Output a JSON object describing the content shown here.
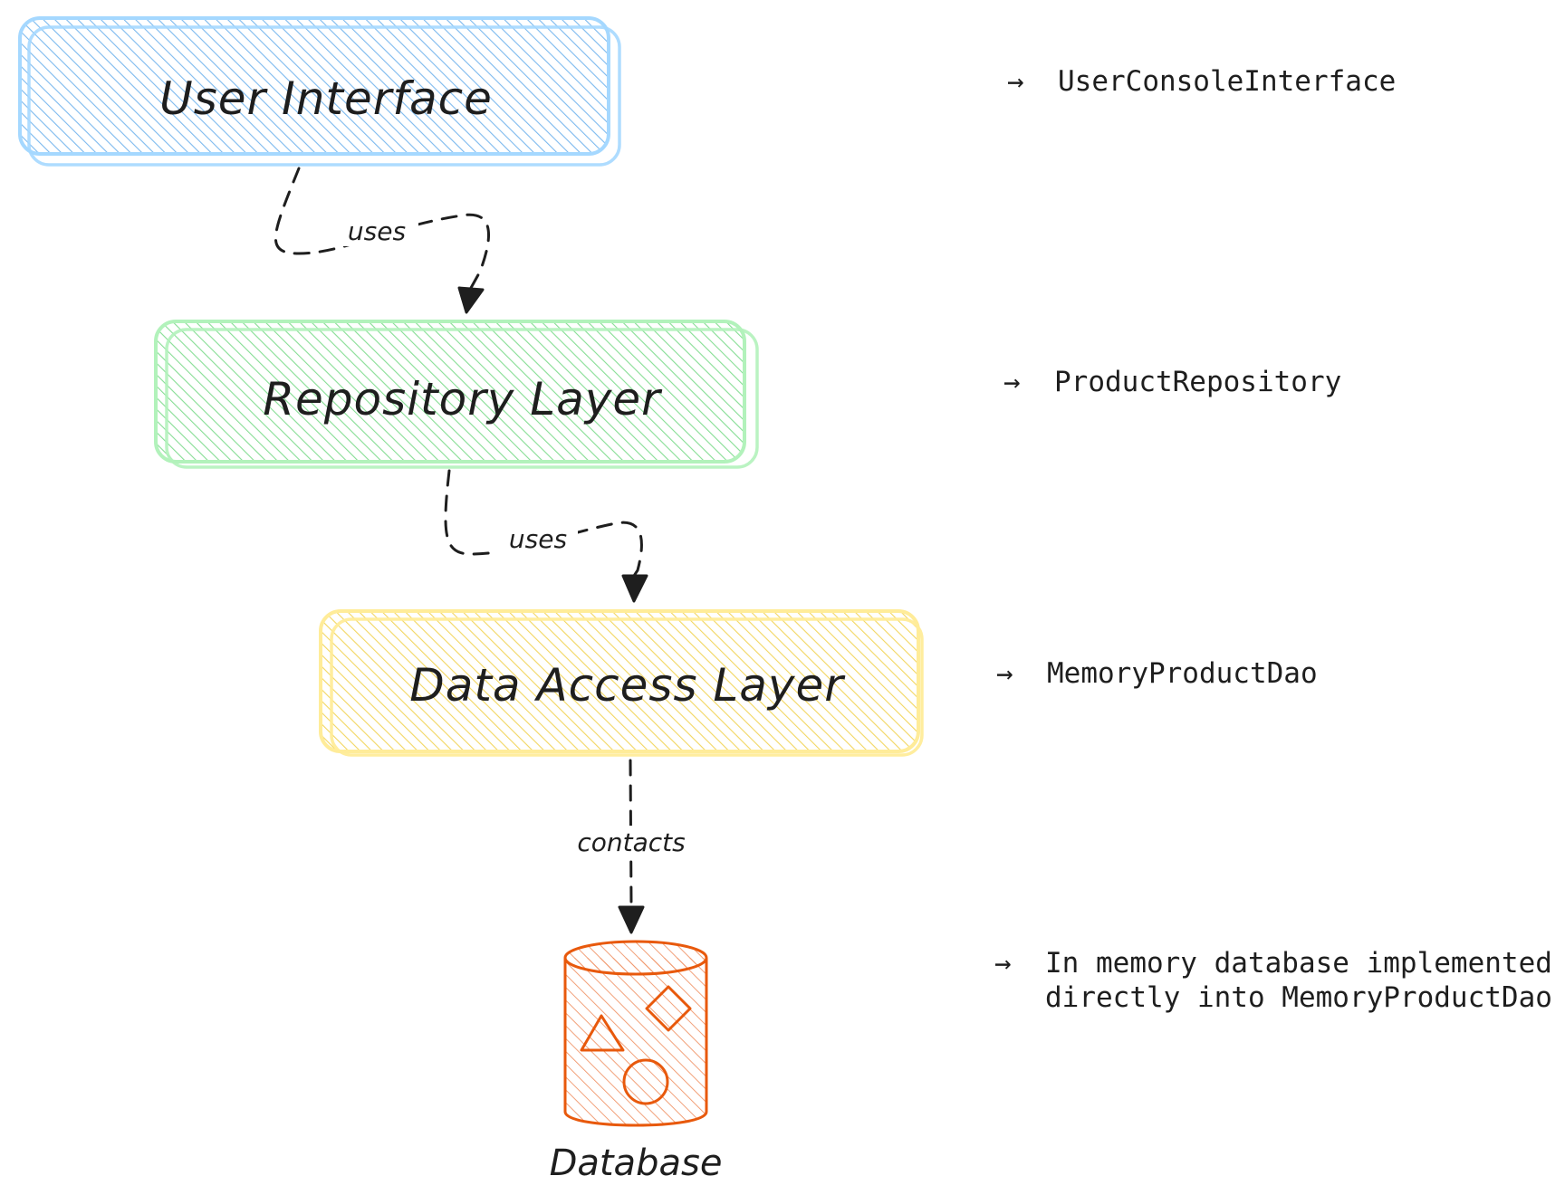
{
  "layers": [
    {
      "label": "User Interface",
      "note": "UserConsoleInterface",
      "fill": "#a5d8ff",
      "stroke": "#74c0fc",
      "hatch": "#8ec5f5"
    },
    {
      "label": "Repository Layer",
      "note": "ProductRepository",
      "fill": "#b2f2bb",
      "stroke": "#8ce99a",
      "hatch": "#8fe39b"
    },
    {
      "label": "Data Access Layer",
      "note": "MemoryProductDao",
      "fill": "#ffec99",
      "stroke": "#ffe066",
      "hatch": "#f5d75a"
    }
  ],
  "edges": [
    {
      "label": "uses"
    },
    {
      "label": "uses"
    },
    {
      "label": "contacts"
    }
  ],
  "database": {
    "label": "Database",
    "note_lines": [
      "In memory database implemented",
      "directly into MemoryProductDao"
    ],
    "stroke": "#e8590c",
    "hatch": "#f08c5a"
  },
  "arrow_glyph": "→",
  "ink_color": "#1e1e1e"
}
